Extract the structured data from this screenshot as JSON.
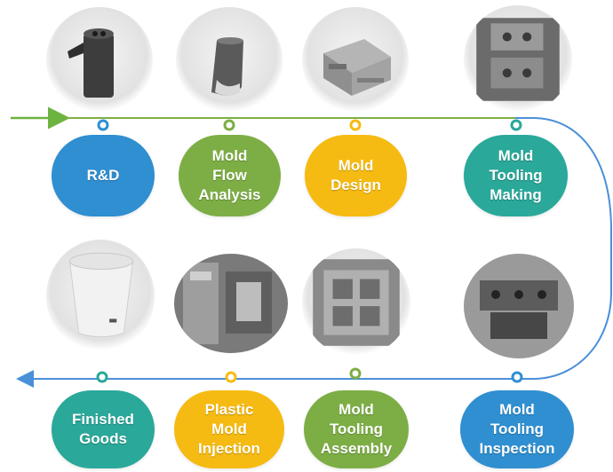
{
  "colors": {
    "blue": "#2f8fd1",
    "green": "#7dae45",
    "yellow": "#f6bb12",
    "teal": "#2aa89a",
    "flow_green": "#6db33f",
    "flow_blue": "#4a90d9"
  },
  "steps": [
    {
      "label": "R&D",
      "color": "#2f8fd1"
    },
    {
      "label": "Mold\nFlow\nAnalysis",
      "color": "#7dae45"
    },
    {
      "label": "Mold\nDesign",
      "color": "#f6bb12"
    },
    {
      "label": "Mold\nTooling\nMaking",
      "color": "#2aa89a"
    },
    {
      "label": "Mold\nTooling\nInspection",
      "color": "#2f8fd1"
    },
    {
      "label": "Mold\nTooling\nAssembly",
      "color": "#7dae45"
    },
    {
      "label": "Plastic\nMold\nInjection",
      "color": "#f6bb12"
    },
    {
      "label": "Finished\nGoods",
      "color": "#2aa89a"
    }
  ]
}
